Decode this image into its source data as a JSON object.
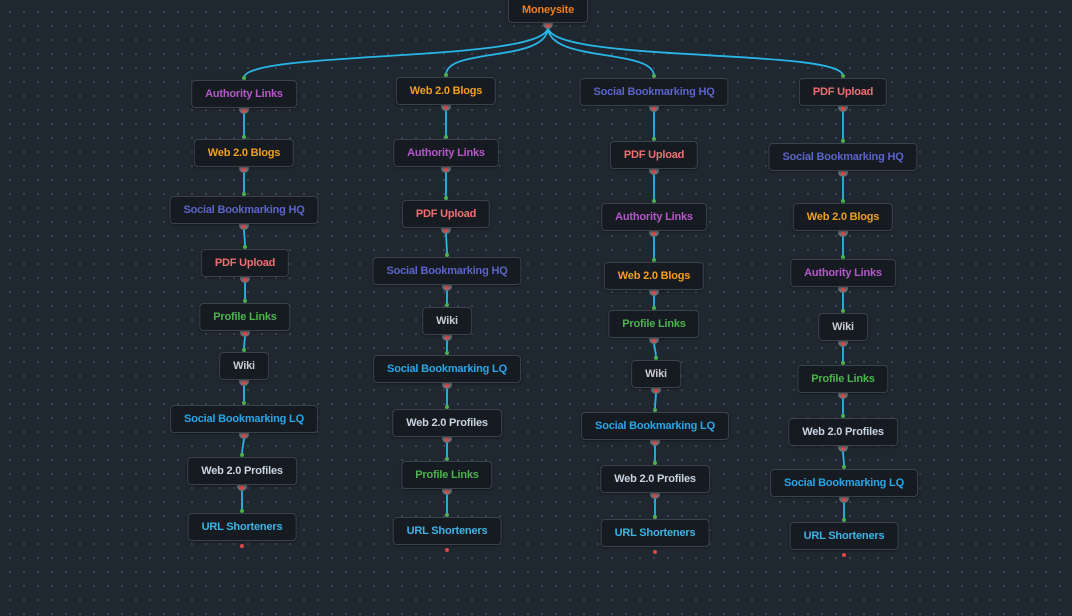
{
  "colors": {
    "background": "#1f2730",
    "edge": "#29b6e6",
    "handle_in": "#4caf50",
    "handle_out": "#e04848",
    "Moneysite": "#f07d1e",
    "Authority Links": "#b458c8",
    "Web 2.0 Blogs": "#f0a020",
    "Social Bookmarking HQ": "#5b64c8",
    "PDF Upload": "#f07070",
    "Profile Links": "#4cb44c",
    "Wiki": "#c8ccd0",
    "Social Bookmarking LQ": "#2aa6e8",
    "Web 2.0 Profiles": "#c8d4e0",
    "URL Shorteners": "#3cb4e4"
  },
  "root": {
    "label": "Moneysite"
  },
  "columns": [
    {
      "nodes": [
        "Authority Links",
        "Web 2.0 Blogs",
        "Social Bookmarking HQ",
        "PDF Upload",
        "Profile Links",
        "Wiki",
        "Social Bookmarking LQ",
        "Web 2.0 Profiles",
        "URL Shorteners"
      ]
    },
    {
      "nodes": [
        "Web 2.0 Blogs",
        "Authority Links",
        "PDF Upload",
        "Social Bookmarking HQ",
        "Wiki",
        "Social Bookmarking LQ",
        "Web 2.0 Profiles",
        "Profile Links",
        "URL Shorteners"
      ]
    },
    {
      "nodes": [
        "Social Bookmarking HQ",
        "PDF Upload",
        "Authority Links",
        "Web 2.0 Blogs",
        "Profile Links",
        "Wiki",
        "Social Bookmarking LQ",
        "Web 2.0 Profiles",
        "URL Shorteners"
      ]
    },
    {
      "nodes": [
        "PDF Upload",
        "Social Bookmarking HQ",
        "Web 2.0 Blogs",
        "Authority Links",
        "Wiki",
        "Profile Links",
        "Web 2.0 Profiles",
        "Social Bookmarking LQ",
        "URL Shorteners"
      ]
    }
  ]
}
